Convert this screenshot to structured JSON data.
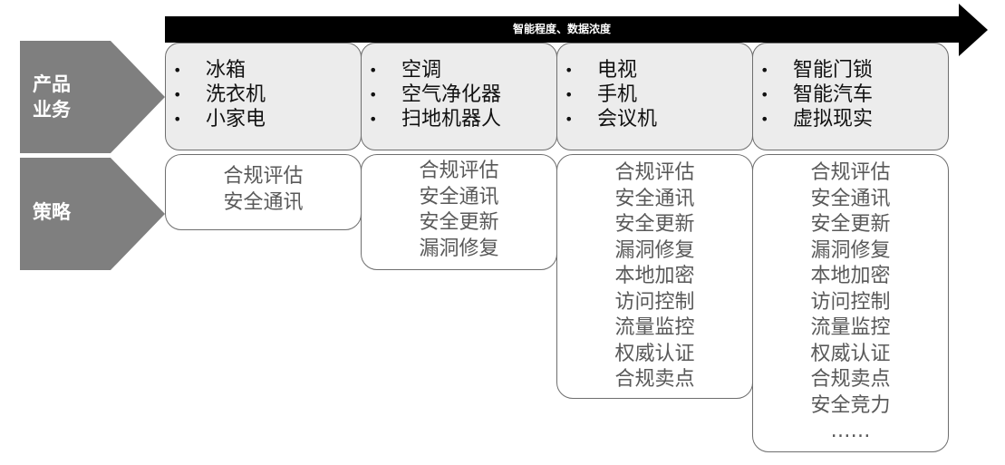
{
  "header_arrow": {
    "label": "智能程度、数据浓度"
  },
  "row_labels": [
    {
      "line1": "产品",
      "line2": "业务"
    },
    {
      "line1": "策略",
      "line2": ""
    }
  ],
  "products": [
    {
      "items": [
        "冰箱",
        "洗衣机",
        "小家电"
      ]
    },
    {
      "items": [
        "空调",
        "空气净化器",
        "扫地机器人"
      ]
    },
    {
      "items": [
        "电视",
        "手机",
        "会议机"
      ]
    },
    {
      "items": [
        "智能门锁",
        "智能汽车",
        "虚拟现实"
      ]
    }
  ],
  "bullet_char": "•",
  "strategies": [
    {
      "items": [
        "合规评估",
        "安全通讯"
      ]
    },
    {
      "items": [
        "合规评估",
        "安全通讯",
        "安全更新",
        "漏洞修复"
      ]
    },
    {
      "items": [
        "合规评估",
        "安全通讯",
        "安全更新",
        "漏洞修复",
        "本地加密",
        "访问控制",
        "流量监控",
        "权威认证",
        "合规卖点"
      ]
    },
    {
      "items": [
        "合规评估",
        "安全通讯",
        "安全更新",
        "漏洞修复",
        "本地加密",
        "访问控制",
        "流量监控",
        "权威认证",
        "合规卖点",
        "安全竞力",
        "……"
      ]
    }
  ],
  "colors": {
    "arrow": "#000000",
    "chevron": "#7f7f7f",
    "product_fill": "#ececec",
    "border": "#6e6e6e",
    "strategy_text": "#595959"
  }
}
